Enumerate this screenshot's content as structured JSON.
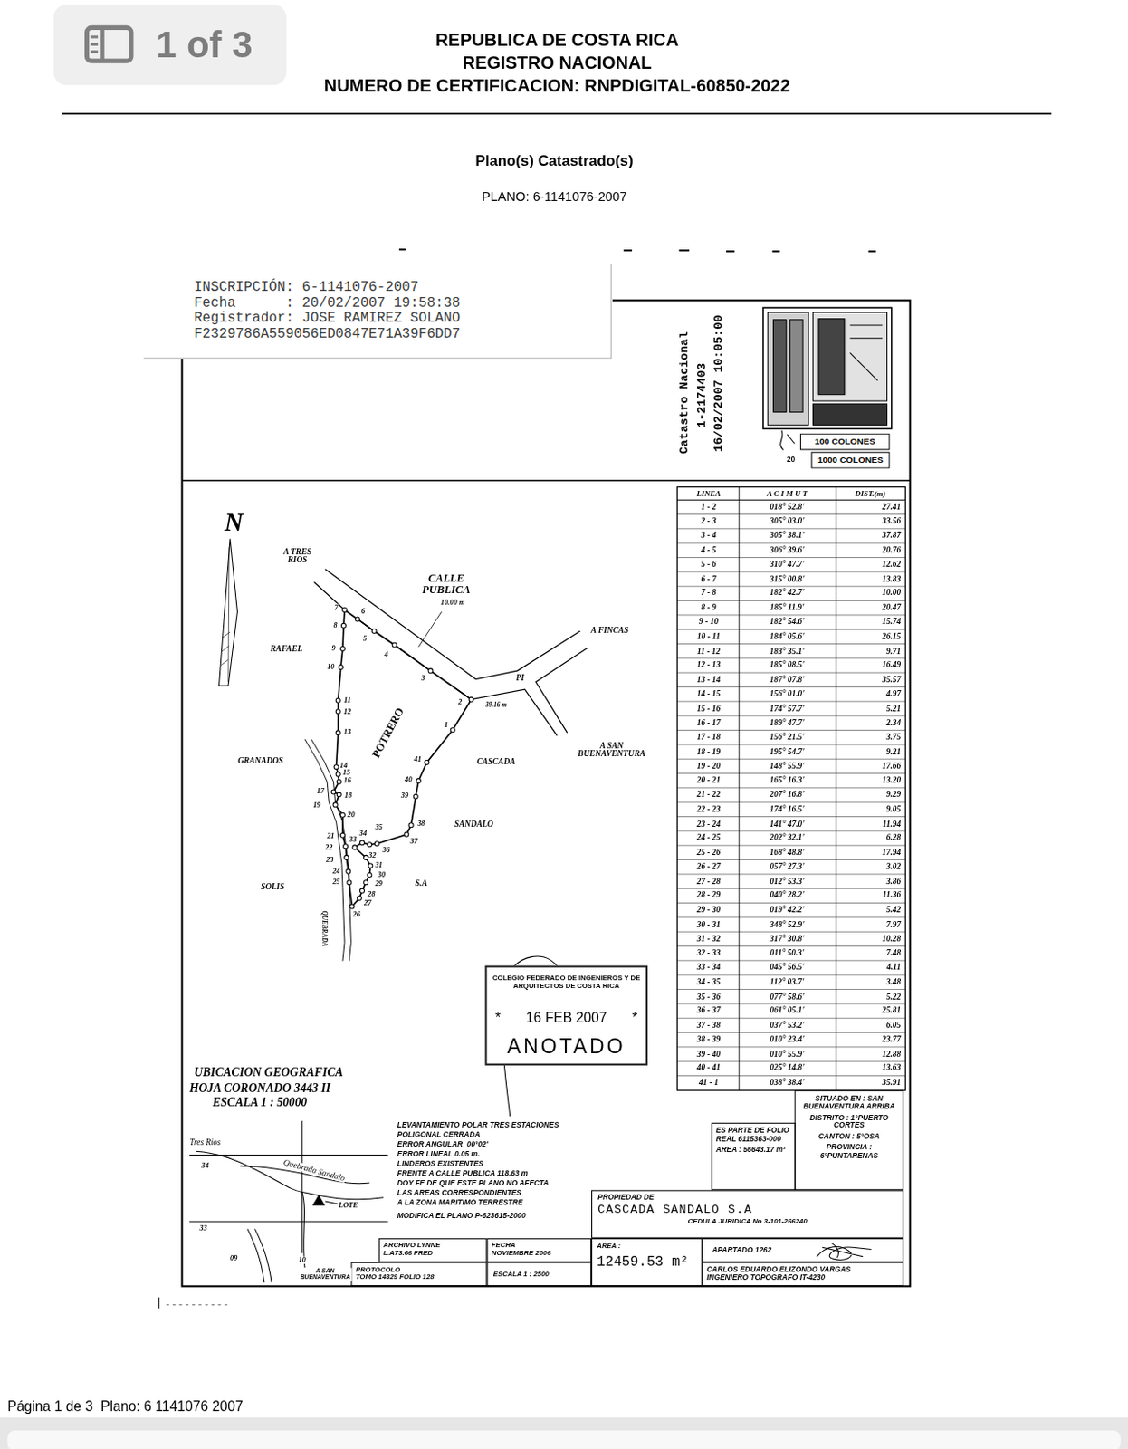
{
  "diagram": {
    "title": "REPUBLICA DE COSTA RICA",
    "nodes": [
      {
        "text": [
          "1 of 3"
        ]
      },
      {
        "text": [
          "INSCRIPCIÓN: 6-1141076-2007",
          "Fecha      : 20/02/2007 19:58:38",
          "Registrador: JOSE RAMIREZ SOLANO",
          "F2329786A559056ED0847E71A39F6DD7"
        ]
      },
      {
        "text": [
          "100 COLONES"
        ]
      },
      {
        "text": [
          "1000 COLONES"
        ]
      },
      {
        "text": [
          "COLEGIO FEDERADO DE INGENIEROS Y DE ARQUITECTOS DE COSTA RICA",
          "*",
          "16 FEB 2007",
          "*",
          "ANOTADO"
        ]
      },
      {
        "text": [
          "SITUADO EN : SAN BUENAVENTURA ARRIBA",
          "DISTRITO : 1°PUERTO CORTES",
          "CANTON : 5°OSA",
          "PROVINCIA : 6°PUNTARENAS"
        ]
      },
      {
        "text": [
          "ES PARTE DE FOLIO REAL 6115363-000",
          "AREA : 56643.17 m²"
        ]
      },
      {
        "text": [
          "PROPIEDAD DE",
          "CASCADA SANDALO S.A",
          "CEDULA JURIDICA No 3-101-266240"
        ]
      },
      {
        "text": [
          "ARCHIVO LYNNE L.A73.66 FRED"
        ]
      },
      {
        "text": [
          "FECHA",
          "NOVIEMBRE 2006"
        ]
      },
      {
        "text": [
          "AREA :",
          "12459.53 m²"
        ]
      },
      {
        "text": [
          "APARTADO 1262"
        ]
      },
      {
        "text": [
          "PROTOCOLO",
          "TOMO 14329 FOLIO 128"
        ]
      },
      {
        "text": [
          "ESCALA 1 : 2500"
        ]
      },
      {
        "text": [
          "CARLOS EDUARDO ELIZONDO VARGAS INGENIERO TOPOGRAFO IT-4230"
        ]
      }
    ],
    "labels": [
      "REGISTRO NACIONAL",
      "NUMERO DE CERTIFICACION: RNPDIGITAL-60850-2022",
      "Plano(s) Catastrado(s)",
      "PLANO: 6-1141076-2007",
      "Catastro Nacional",
      "1-2174403",
      "16/02/2007 10:05:00",
      "20",
      "LINEA",
      "A C I M U T",
      "DIST.(m)",
      "1 - 2",
      "018° 52.8'",
      "27.41",
      "2 - 3",
      "305° 03.0'",
      "33.56",
      "3 - 4",
      "305° 38.1'",
      "37.87",
      "4 - 5",
      "306° 39.6'",
      "20.76",
      "5 - 6",
      "310° 47.7'",
      "12.62",
      "6 - 7",
      "315° 00.8'",
      "13.83",
      "7 - 8",
      "182° 42.7'",
      "10.00",
      "8 - 9",
      "185° 11.9'",
      "20.47",
      "9 - 10",
      "182° 54.6'",
      "15.74",
      "10 - 11",
      "184° 05.6'",
      "26.15",
      "11 - 12",
      "183° 35.1'",
      "9.71",
      "12 - 13",
      "185° 08.5'",
      "16.49",
      "13 - 14",
      "187° 07.8'",
      "35.57",
      "14 - 15",
      "156° 01.0'",
      "4.97",
      "15 - 16",
      "174° 57.7'",
      "5.21",
      "16 - 17",
      "189° 47.7'",
      "2.34",
      "17 - 18",
      "156° 21.5'",
      "3.75",
      "18 - 19",
      "195° 54.7'",
      "9.21",
      "19 - 20",
      "148° 55.9'",
      "17.66",
      "20 - 21",
      "165° 16.3'",
      "13.20",
      "21 - 22",
      "207° 16.8'",
      "9.29",
      "22 - 23",
      "174° 16.5'",
      "9.05",
      "23 - 24",
      "141° 47.0'",
      "11.94",
      "24 - 25",
      "202° 32.1'",
      "6.28",
      "25 - 26",
      "168° 48.8'",
      "17.94",
      "26 - 27",
      "057° 27.3'",
      "3.02",
      "27 - 28",
      "012° 53.3'",
      "3.86",
      "28 - 29",
      "040° 28.2'",
      "11.36",
      "29 - 30",
      "019° 42.2'",
      "5.42",
      "30 - 31",
      "348° 52.9'",
      "7.97",
      "31 - 32",
      "317° 30.8'",
      "10.28",
      "32 - 33",
      "011° 50.3'",
      "7.48",
      "33 - 34",
      "045° 56.5'",
      "4.11",
      "34 - 35",
      "112° 03.7'",
      "3.48",
      "35 - 36",
      "077° 58.6'",
      "5.22",
      "36 - 37",
      "061° 05.1'",
      "25.81",
      "37 - 38",
      "037° 53.2'",
      "6.05",
      "38 - 39",
      "010° 23.4'",
      "23.77",
      "39 - 40",
      "010° 55.9'",
      "12.88",
      "40 - 41",
      "025° 14.8'",
      "13.63",
      "41 - 1",
      "038° 38.4'",
      "35.91",
      "N",
      "A TRES RIOS",
      "CALLE PUBLICA",
      "10.00 m",
      "A FINCAS",
      "PI",
      "39.16 m",
      "A SAN BUENAVENTURA",
      "RAFAEL",
      "POTRERO",
      "CASCADA",
      "GRANADOS",
      "SANDALO",
      "SOLIS",
      "S.A",
      "QUEBRADA",
      "1",
      "2",
      "3",
      "4",
      "5",
      "6",
      "7",
      "8",
      "9",
      "10",
      "11",
      "12",
      "13",
      "14",
      "15",
      "16",
      "17",
      "18",
      "19",
      "20",
      "21",
      "22",
      "23",
      "24",
      "25",
      "26",
      "27",
      "28",
      "29",
      "30",
      "31",
      "32",
      "33",
      "34",
      "35",
      "36",
      "37",
      "38",
      "39",
      "40",
      "41",
      "UBICACION GEOGRAFICA",
      "HOJA CORONADO 3443 II",
      "ESCALA 1 : 50000",
      "Tres Rios",
      "34",
      "Quebrada Sandalo",
      "LOTE",
      "33",
      "09",
      "10",
      "A SAN BUENAVENTURA",
      "LEVANTAMIENTO POLAR TRES ESTACIONES",
      "POLIGONAL CERRADA",
      "ERROR ANGULAR  00°02'",
      "ERROR LINEAL 0.05 m.",
      "LINDEROS EXISTENTES",
      "FRENTE A CALLE PUBLICA 118.63 m",
      "DOY FE DE QUE ESTE PLANO NO AFECTA",
      "LAS AREAS CORRESPONDIENTES",
      "A LA ZONA MARITIMO TERRESTRE",
      "MODIFICA EL PLANO P-623615-2000",
      "Página 1 de 3  Plano: 6 1141076 2007"
    ]
  }
}
